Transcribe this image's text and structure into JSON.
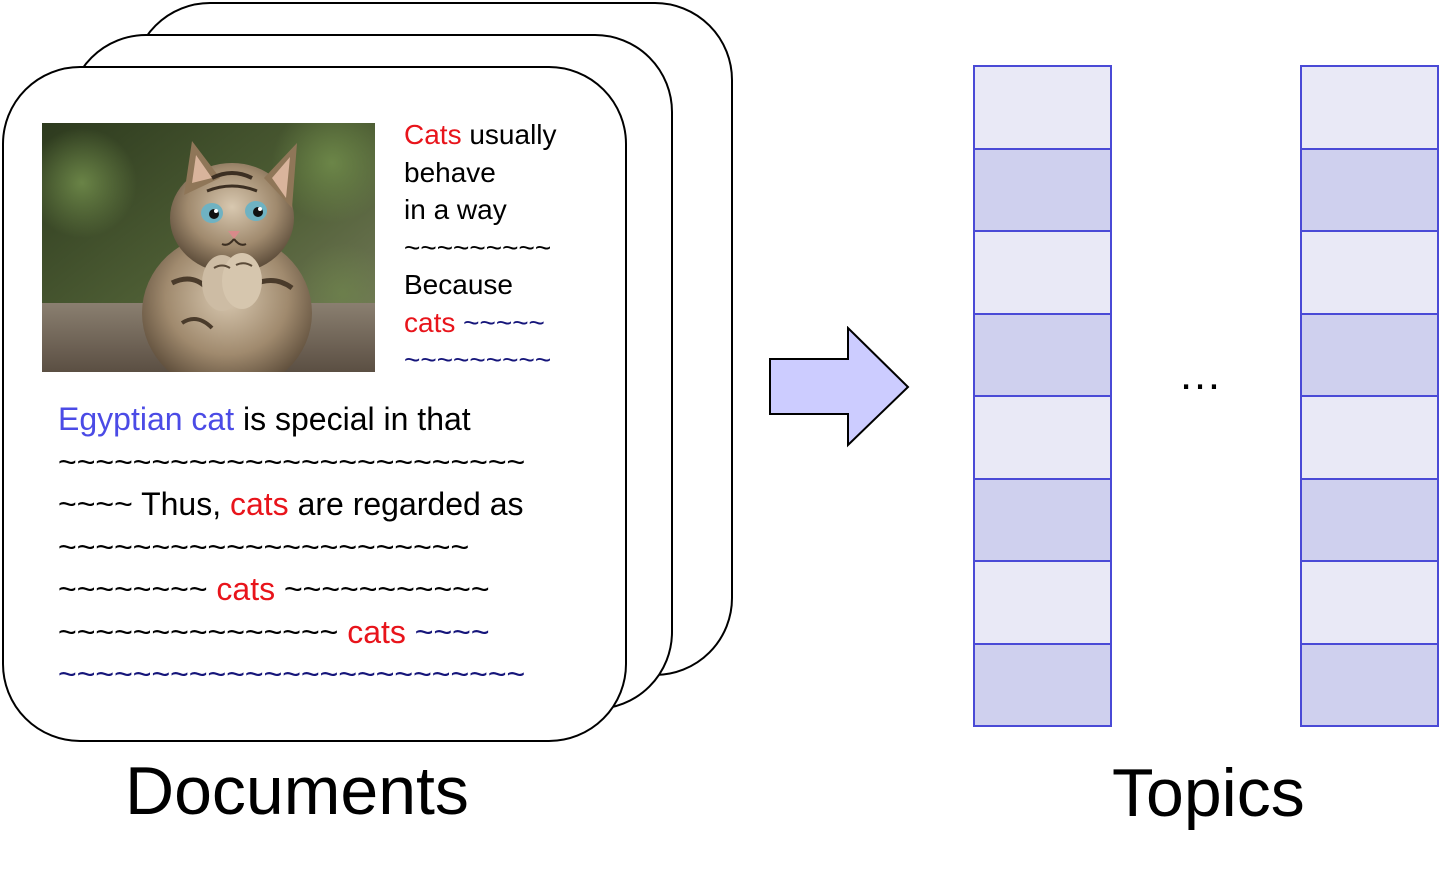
{
  "colors": {
    "keyword_red": "#e8141b",
    "entity_blue": "#4b4be6",
    "tilde_black": "#111111",
    "tilde_navy": "#15157a",
    "arrow_fill": "#ccccff",
    "cell_light": "#e9e9f6",
    "cell_dark": "#cfd0ee",
    "cell_border": "#4a4ad6"
  },
  "document": {
    "side_lines": [
      [
        {
          "text": "Cats",
          "color": "red"
        },
        {
          "text": " usually",
          "color": "black"
        }
      ],
      [
        {
          "text": "behave",
          "color": "black"
        }
      ],
      [
        {
          "text": "in a way",
          "color": "black"
        }
      ],
      [
        {
          "text": "~~~~~~~~~",
          "color": "black"
        }
      ],
      [
        {
          "text": "Because",
          "color": "black"
        }
      ],
      [
        {
          "text": "cats",
          "color": "red"
        },
        {
          "text": " ~~~~~",
          "color": "navy"
        }
      ],
      [
        {
          "text": "~~~~~~~~~",
          "color": "navy"
        }
      ]
    ],
    "body_lines": [
      [
        {
          "text": "Egyptian cat",
          "color": "blue"
        },
        {
          "text": " is special in that",
          "color": "black"
        }
      ],
      [
        {
          "text": "~~~~~~~~~~~~~~~~~~~~~~~~~",
          "color": "black"
        }
      ],
      [
        {
          "text": "~~~~ Thus, ",
          "color": "black"
        },
        {
          "text": "cats",
          "color": "red"
        },
        {
          "text": " are regarded as",
          "color": "black"
        }
      ],
      [
        {
          "text": "~~~~~~~~~~~~~~~~~~~~~~",
          "color": "black"
        }
      ],
      [
        {
          "text": "~~~~~~~~ ",
          "color": "black"
        },
        {
          "text": "cats",
          "color": "red"
        },
        {
          "text": " ~~~~~~~~~~~",
          "color": "black"
        }
      ],
      [
        {
          "text": "~~~~~~~~~~~~~~~ ",
          "color": "black"
        },
        {
          "text": "cats",
          "color": "red"
        },
        {
          "text": " ~~~~",
          "color": "navy"
        }
      ],
      [
        {
          "text": "~~~~~~~~~~~~~~~~~~~~~~~~~",
          "color": "navy"
        }
      ]
    ]
  },
  "topics": {
    "bars": [
      {
        "cells": [
          "light",
          "dark",
          "light",
          "dark",
          "light",
          "dark",
          "light",
          "dark"
        ]
      },
      {
        "cells": [
          "light",
          "dark",
          "light",
          "dark",
          "light",
          "dark",
          "light",
          "dark"
        ]
      }
    ],
    "ellipsis": "…"
  },
  "labels": {
    "documents": "Documents",
    "topics": "Topics"
  }
}
